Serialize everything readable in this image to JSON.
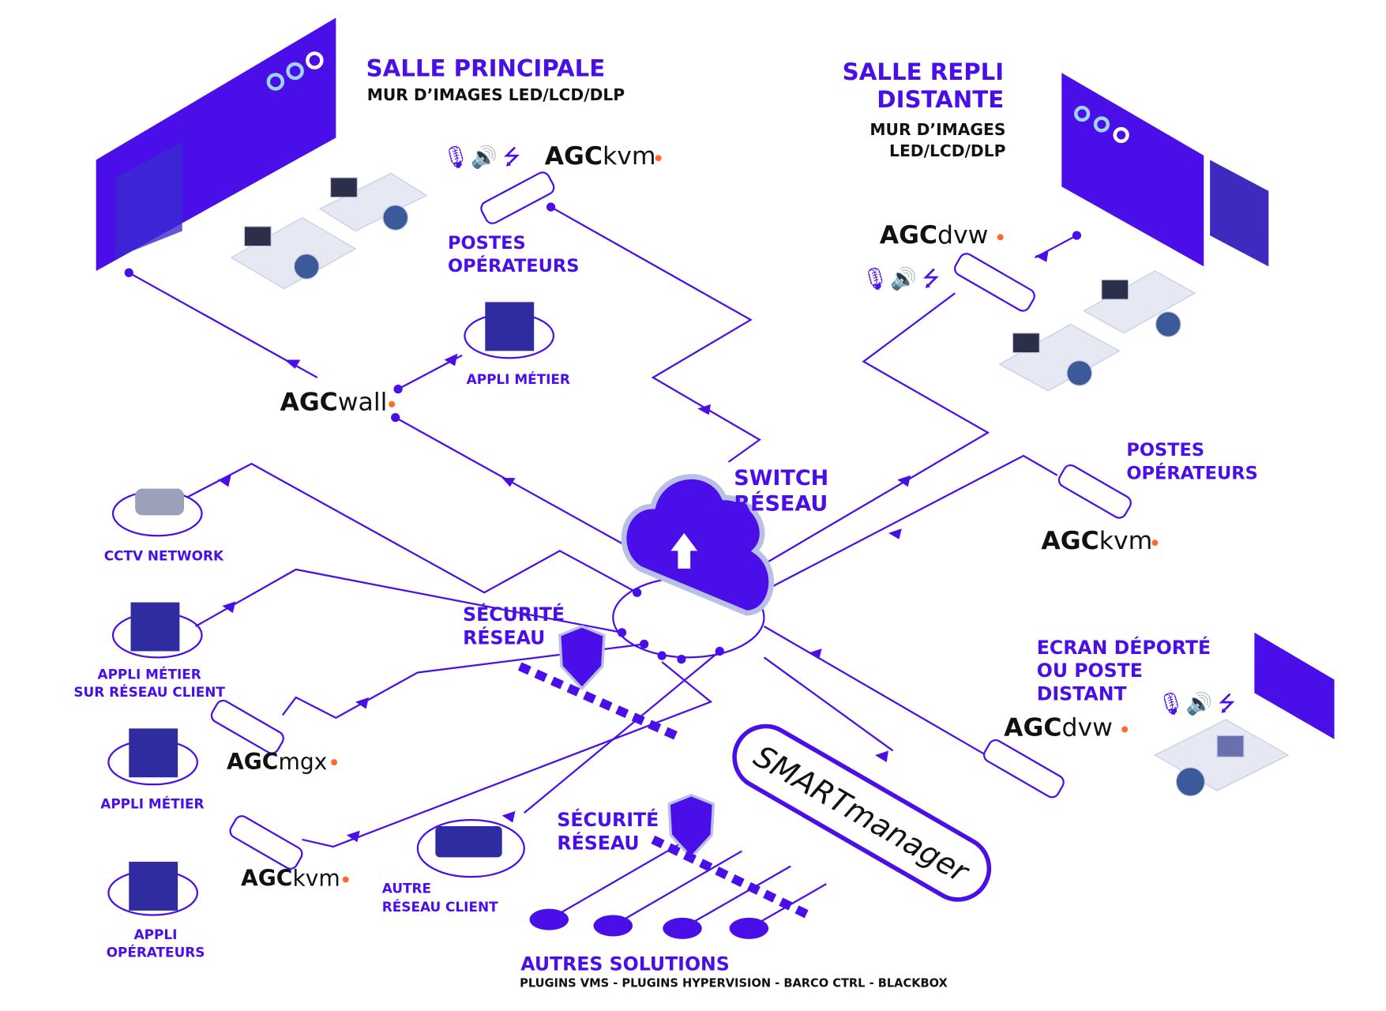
{
  "colors": {
    "accent": "#4a0fe8",
    "dot": "#ff6a2b",
    "dark": "#111111"
  },
  "salle_principale": {
    "title": "SALLE PRINCIPALE",
    "subtitle": "MUR D’IMAGES LED/LCD/DLP"
  },
  "salle_repli": {
    "title1": "SALLE REPLI",
    "title2": "DISTANTE",
    "sub1": "MUR D’IMAGES",
    "sub2": "LED/LCD/DLP"
  },
  "postes_top": {
    "l1": "POSTES",
    "l2": "OPÉRATEURS"
  },
  "postes_right": {
    "l1": "POSTES",
    "l2": "OPÉRATEURS"
  },
  "appli_metier_top": "APPLI MÉTIER",
  "switch": {
    "l1": "SWITCH",
    "l2": "RÉSEAU"
  },
  "cctv": "CCTV NETWORK",
  "appli_client": {
    "l1": "APPLI MÉTIER",
    "l2": "SUR RÉSEAU CLIENT"
  },
  "appli_metier_left": "APPLI MÉTIER",
  "appli_operateurs": {
    "l1": "APPLI",
    "l2": "OPÉRATEURS"
  },
  "securite1": {
    "l1": "SÉCURITÉ",
    "l2": "RÉSEAU"
  },
  "securite2": {
    "l1": "SÉCURITÉ",
    "l2": "RÉSEAU"
  },
  "autre_reseau": {
    "l1": "AUTRE",
    "l2": "RÉSEAU CLIENT"
  },
  "ecran": {
    "l1": "ECRAN DÉPORTÉ",
    "l2": "OU POSTE",
    "l3": "DISTANT"
  },
  "smartmanager": "SMARTmanager",
  "autres": {
    "title": "AUTRES SOLUTIONS",
    "subtitle": "PLUGINS VMS - PLUGINS HYPERVISION - BARCO CTRL - BLACKBOX"
  },
  "products": {
    "kvm_top": {
      "a": "AGC",
      "b": "kvm"
    },
    "dvw_top": {
      "a": "AGC",
      "b": "dvw"
    },
    "wall": {
      "a": "AGC",
      "b": "wall"
    },
    "kvm_right": {
      "a": "AGC",
      "b": "kvm"
    },
    "dvw_bottom": {
      "a": "AGC",
      "b": "dvw"
    },
    "mgx": {
      "a": "AGC",
      "b": "mgx"
    },
    "kvm_bottom": {
      "a": "AGC",
      "b": "kvm"
    }
  }
}
